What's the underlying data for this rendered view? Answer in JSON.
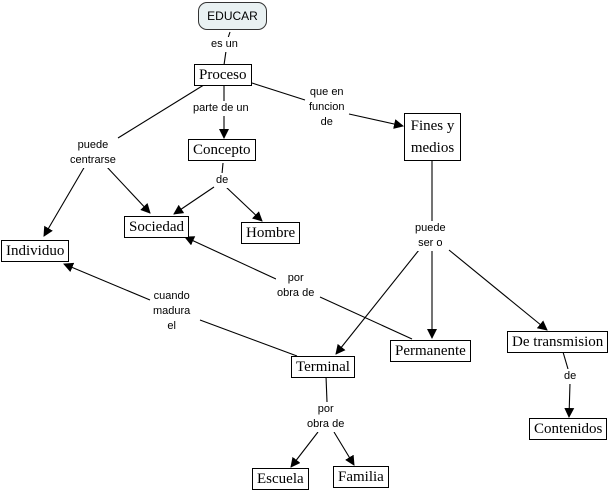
{
  "diagram": {
    "type": "concept-map",
    "colors": {
      "root_fill": "#e9f1f2",
      "line": "#000000",
      "node_fill": "#ffffff"
    },
    "concepts": {
      "educar": "EDUCAR",
      "proceso": "Proceso",
      "concepto": "Concepto",
      "fines": "Fines y medios",
      "individuo": "Individuo",
      "sociedad": "Sociedad",
      "hombre": "Hombre",
      "terminal": "Terminal",
      "permanente": "Permanente",
      "transmision": "De transmision",
      "contenidos": "Contenidos",
      "escuela": "Escuela",
      "familia": "Familia"
    },
    "linking_phrases": {
      "es_un": "es un",
      "parte_de_un": "parte de un",
      "que_en_funcion_de": "que en\nfuncion\nde",
      "puede_centrarse": "puede\ncentrarse",
      "de_concepto": "de",
      "puede_ser_o": "puede\nser o",
      "por_obra_de_soc": "por\nobra de",
      "cuando_madura_el": "cuando\nmadura\nel",
      "de_transmision": "de",
      "por_obra_de_term": "por\nobra de"
    },
    "relations": [
      {
        "from": "educar",
        "via": "es_un",
        "to": "proceso"
      },
      {
        "from": "proceso",
        "via": "parte_de_un",
        "to": "concepto"
      },
      {
        "from": "proceso",
        "via": "que_en_funcion_de",
        "to": "fines"
      },
      {
        "from": "proceso",
        "via": "puede_centrarse",
        "to": [
          "individuo",
          "sociedad"
        ]
      },
      {
        "from": "concepto",
        "via": "de_concepto",
        "to": [
          "sociedad",
          "hombre"
        ]
      },
      {
        "from": "fines",
        "via": "puede_ser_o",
        "to": [
          "terminal",
          "permanente",
          "transmision"
        ]
      },
      {
        "from": "permanente",
        "via": "por_obra_de_soc",
        "to": "sociedad"
      },
      {
        "from": "terminal",
        "via": "cuando_madura_el",
        "to": "individuo"
      },
      {
        "from": "transmision",
        "via": "de_transmision",
        "to": "contenidos"
      },
      {
        "from": "terminal",
        "via": "por_obra_de_term",
        "to": [
          "escuela",
          "familia"
        ]
      }
    ]
  }
}
